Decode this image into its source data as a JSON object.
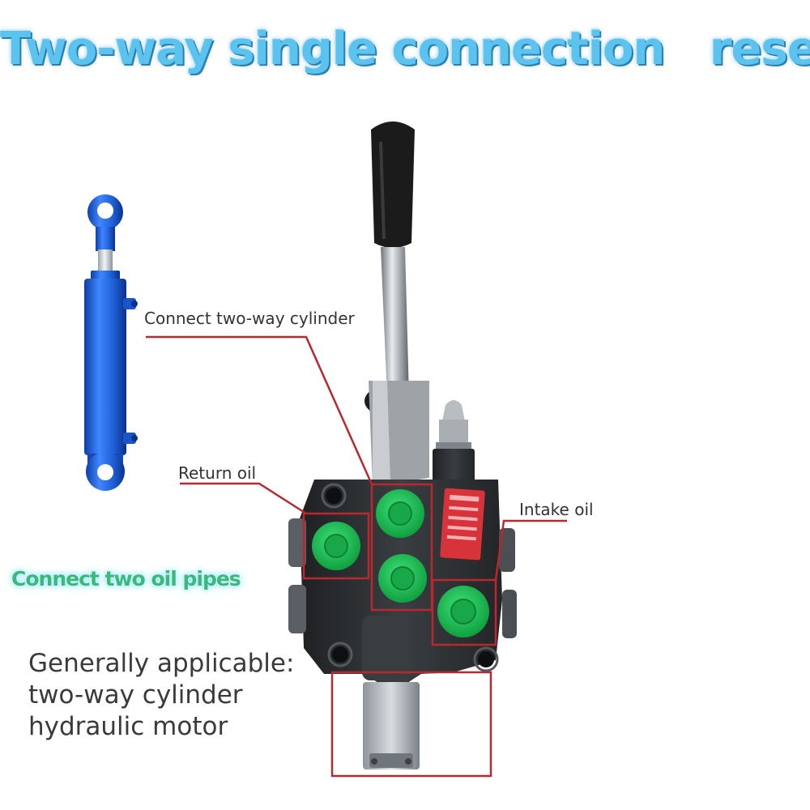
{
  "title": "Two-way single connection   reset",
  "callouts": {
    "cylinder_port": "Connect two-way cylinder",
    "return_oil": "Return oil",
    "intake_oil": "Intake oil"
  },
  "highlight_text": "Connect two oil pipes",
  "applicable": {
    "line1": "Generally applicable:",
    "line2": "two-way cylinder",
    "line3": "hydraulic motor"
  },
  "colors": {
    "title": "#5cc3ef",
    "cylinder": "#1f63d6",
    "valve_body": "#2e3033",
    "port_caps": "#1fbf4f",
    "callout_lines": "#b8292f",
    "highlight_text": "#3bb87a"
  }
}
